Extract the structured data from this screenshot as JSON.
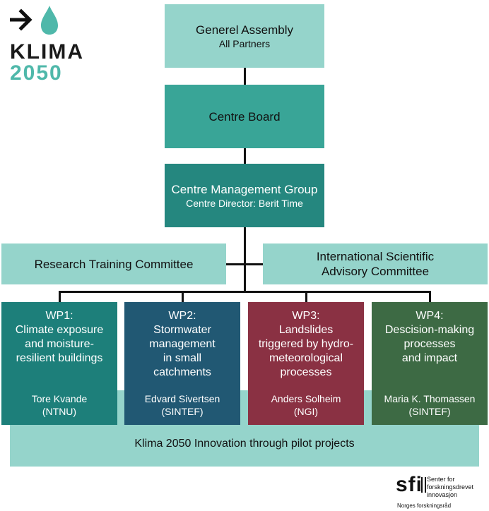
{
  "colors": {
    "light": "#95d4cb",
    "mid": "#39a597",
    "dark_teal": "#25877f",
    "wp1": "#1d7f7a",
    "wp2": "#215873",
    "wp3": "#8a3143",
    "wp4": "#3d6a44",
    "pilot": "#95d4cb",
    "brand_teal": "#4fb8aa"
  },
  "logo": {
    "word1": "KLIMA",
    "word2": "2050"
  },
  "general_assembly": {
    "title": "Generel Assembly",
    "subtitle": "All Partners"
  },
  "centre_board": {
    "title": "Centre Board"
  },
  "management": {
    "title": "Centre Management Group",
    "subtitle": "Centre Director: Berit Time"
  },
  "research_training": {
    "title": "Research Training Committee"
  },
  "advisory": {
    "title": "International Scientific Advisory Committee"
  },
  "work_packages": [
    {
      "title": "WP1:\nClimate exposure\nand moisture-\nresilient buildings",
      "lead": "Tore Kvande\n(NTNU)"
    },
    {
      "title": "WP2:\nStormwater\nmanagement\nin small\ncatchments",
      "lead": "Edvard Sivertsen\n(SINTEF)"
    },
    {
      "title": "WP3:\nLandslides\ntriggered by hydro-\nmeteorological\nprocesses",
      "lead": "Anders Solheim\n(NGI)"
    },
    {
      "title": "WP4:\nDescision-making\nprocesses\nand impact",
      "lead": "Maria K. Thomassen\n(SINTEF)"
    }
  ],
  "pilot": {
    "title": "Klima 2050 Innovation through pilot projects"
  },
  "sfi": {
    "mark": "sfi",
    "line1": "Senter for",
    "line2": "forskningsdrevet",
    "line3": "innovasjon",
    "sub": "Norges forskningsråd"
  }
}
